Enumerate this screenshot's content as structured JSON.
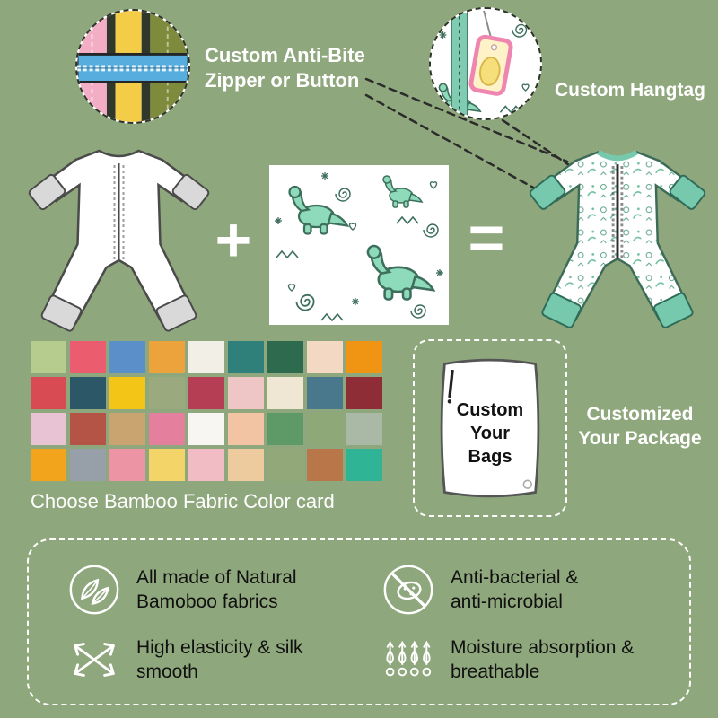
{
  "page": {
    "background": "#8fa77c"
  },
  "callouts": {
    "zipper_label": "Custom Anti-Bite Zipper or Button",
    "hangtag_label": "Custom Hangtag"
  },
  "equation": {
    "plus": "+",
    "equals": "="
  },
  "color_card": {
    "caption": "Choose Bamboo Fabric Color card",
    "rows": [
      [
        "#b5cc8e",
        "#ea5c6e",
        "#5b8fc9",
        "#eda33c",
        "#f2efe6",
        "#2f7f7a",
        "#2e6b4e",
        "#f3d9c4",
        "#ef9413"
      ],
      [
        "#d84b52",
        "#2c5766",
        "#f3c517",
        "#9aa97e",
        "#b53e54",
        "#eec6c6",
        "#efe7d4",
        "#49788c",
        "#8f2d37"
      ],
      [
        "#e7c3d4",
        "#b35446",
        "#c9a470",
        "#e57f9e",
        "#f7f6f2",
        "#f2c4a4",
        "#5d9a68",
        "#8fa877",
        "#a9b9a6"
      ],
      [
        "#f2a51c",
        "#97a0a8",
        "#ec93a4",
        "#f2d469",
        "#f2bcc4",
        "#eecb9f",
        "#92a878",
        "#b97648",
        "#2fb596"
      ]
    ]
  },
  "package": {
    "bag_text": "Custom Your Bags",
    "label": "Customized Your Package"
  },
  "features": [
    {
      "icon": "leaf-icon",
      "text": "All made of Natural Bamoboo fabrics"
    },
    {
      "icon": "anti-bacterial-icon",
      "text": "Anti-bacterial & anti-microbial"
    },
    {
      "icon": "elasticity-icon",
      "text": "High elasticity & silk smooth"
    },
    {
      "icon": "moisture-icon",
      "text": "Moisture absorption & breathable"
    }
  ]
}
